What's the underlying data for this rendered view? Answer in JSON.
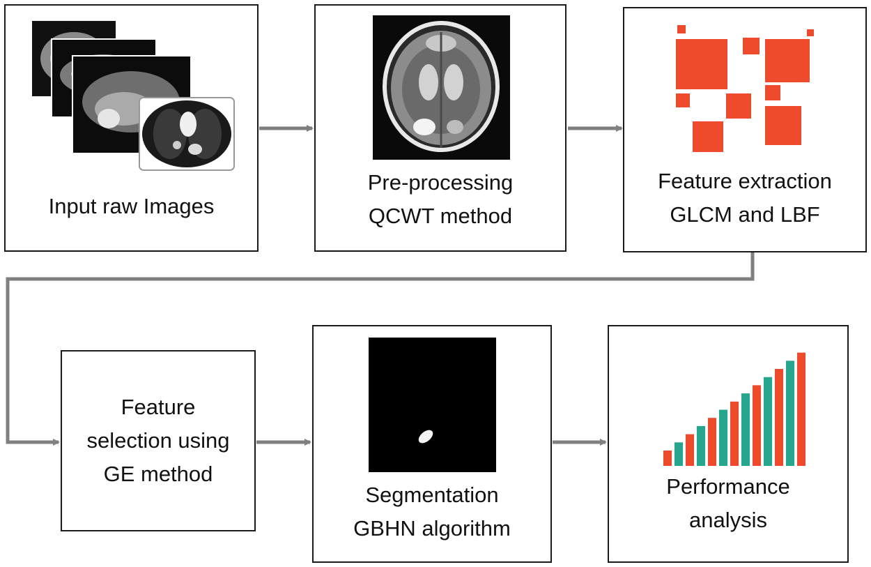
{
  "steps": [
    {
      "id": "input",
      "lines": [
        "Input raw Images"
      ],
      "icon": "mri-ct-stack-icon"
    },
    {
      "id": "preprocess",
      "lines": [
        "Pre-processing",
        "QCWT method"
      ],
      "icon": "brain-mri-icon"
    },
    {
      "id": "feature-extraction",
      "lines": [
        "Feature extraction",
        "GLCM and LBF"
      ],
      "icon": "red-squares-icon"
    },
    {
      "id": "feature-selection",
      "lines": [
        "Feature",
        "selection using",
        "GE method"
      ],
      "icon": ""
    },
    {
      "id": "segmentation",
      "lines": [
        "Segmentation",
        "GBHN algorithm"
      ],
      "icon": "segmentation-mask-icon"
    },
    {
      "id": "performance",
      "lines": [
        "Performance",
        "analysis"
      ],
      "icon": "bar-chart-icon"
    }
  ],
  "colors": {
    "arrow": "#808080",
    "accent_red": "#ee4a2c",
    "accent_teal": "#26a68c",
    "border": "#1a1a1a"
  }
}
